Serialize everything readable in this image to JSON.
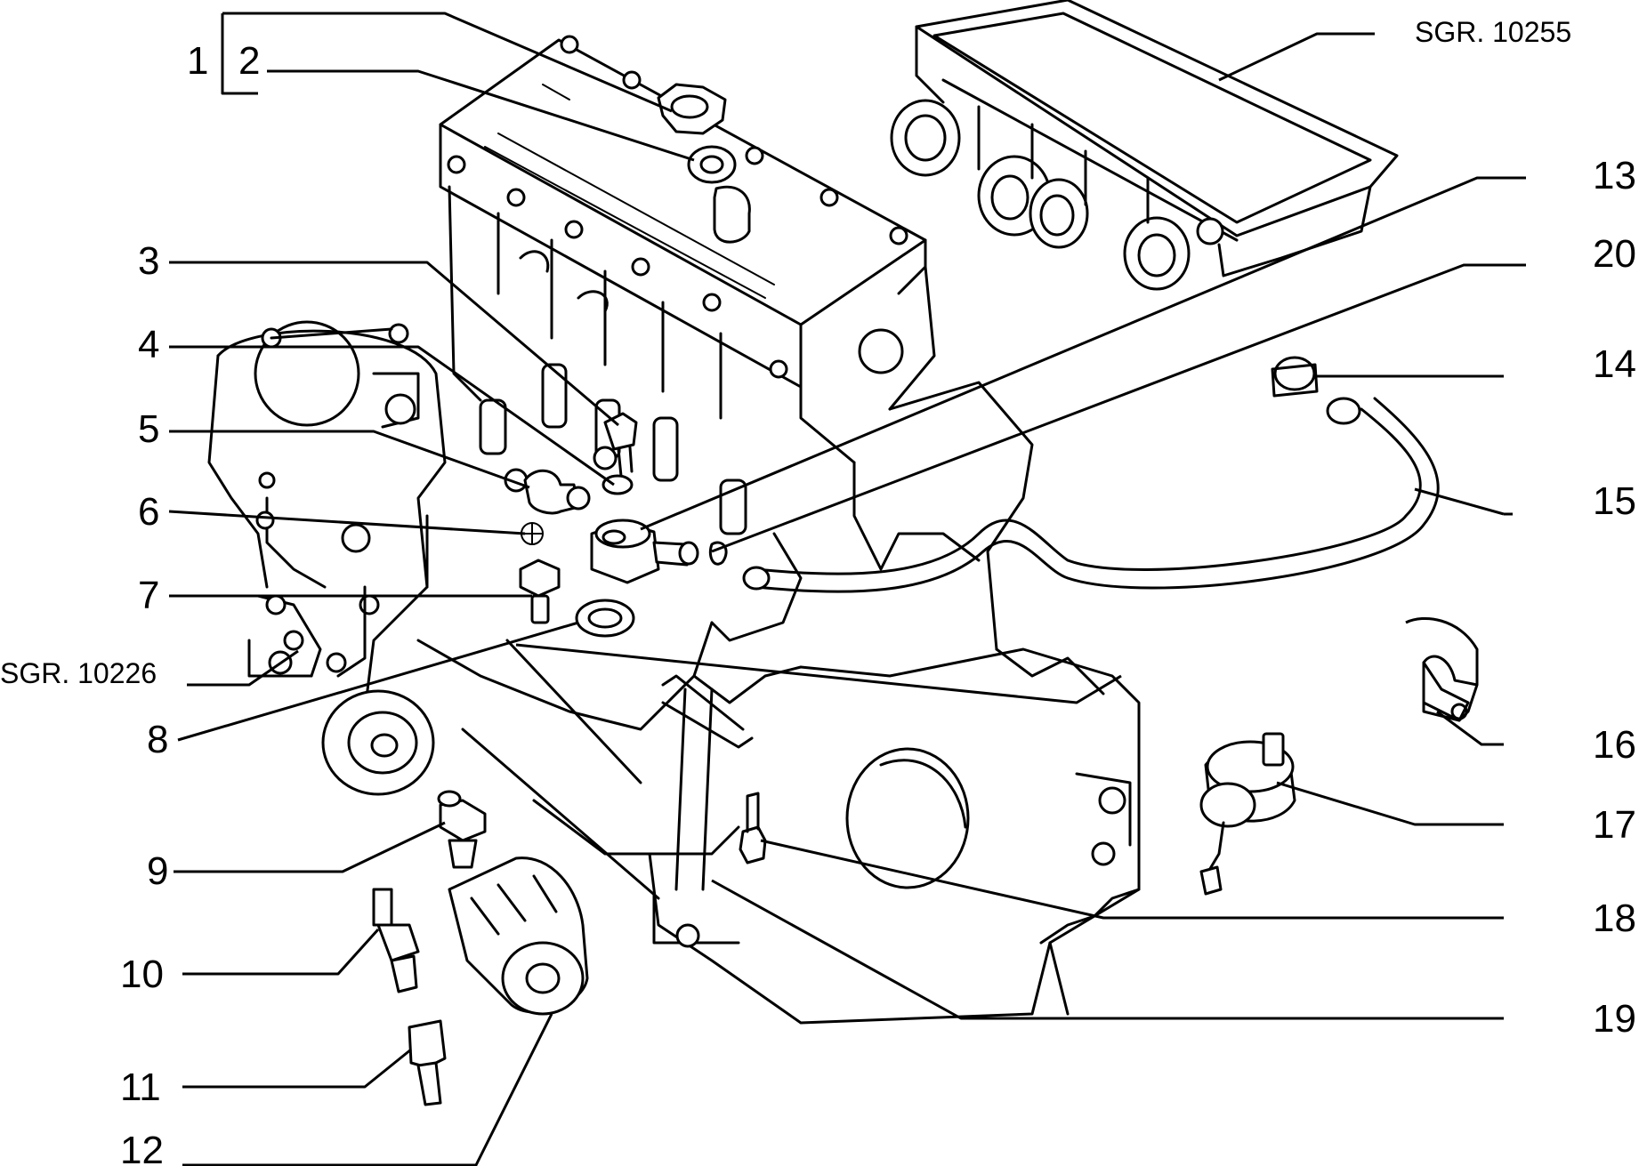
{
  "references": {
    "top_right": "SGR. 10255",
    "left": "SGR. 10226"
  },
  "callouts": [
    "1",
    "2",
    "3",
    "4",
    "5",
    "6",
    "7",
    "8",
    "9",
    "10",
    "11",
    "12",
    "13",
    "14",
    "15",
    "16",
    "17",
    "18",
    "19",
    "20"
  ]
}
